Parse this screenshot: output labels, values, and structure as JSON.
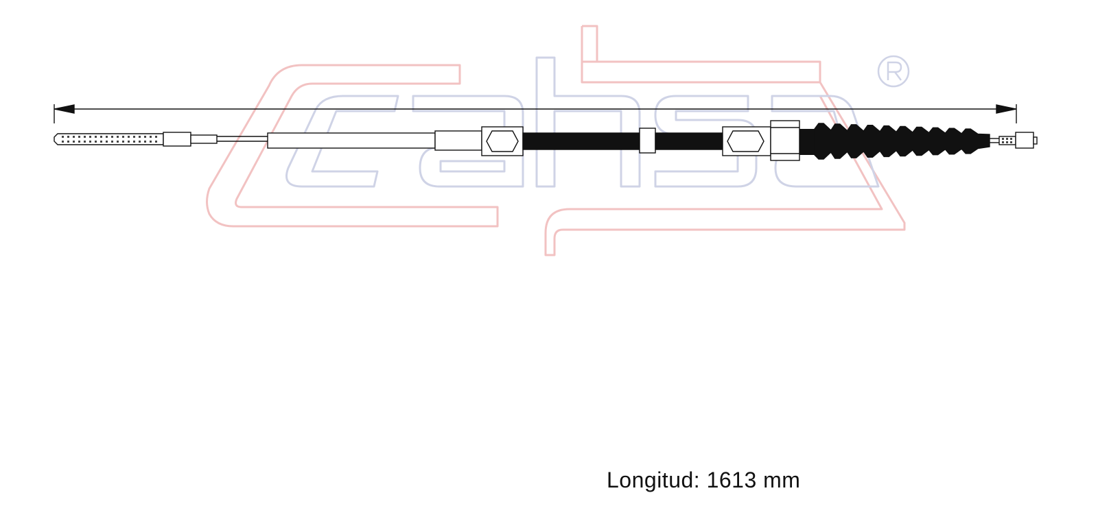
{
  "watermark": {
    "brand_text": "cahsa",
    "registered_mark": "®",
    "outline_color": "#f2c2c2",
    "letter_color": "#cfd3e6"
  },
  "drawing": {
    "line_color": "#111111",
    "dimension_line": "overall-length",
    "components": [
      "threaded-end-left",
      "ferrule",
      "inner-wire",
      "outer-sleeve",
      "hex-fitting-left",
      "conduit",
      "clamp-ring",
      "hex-fitting-right",
      "adjuster-nut",
      "rubber-boot",
      "end-wire",
      "threaded-end-right"
    ]
  },
  "caption": {
    "label": "Longitud:",
    "value": "1613",
    "unit": "mm"
  }
}
